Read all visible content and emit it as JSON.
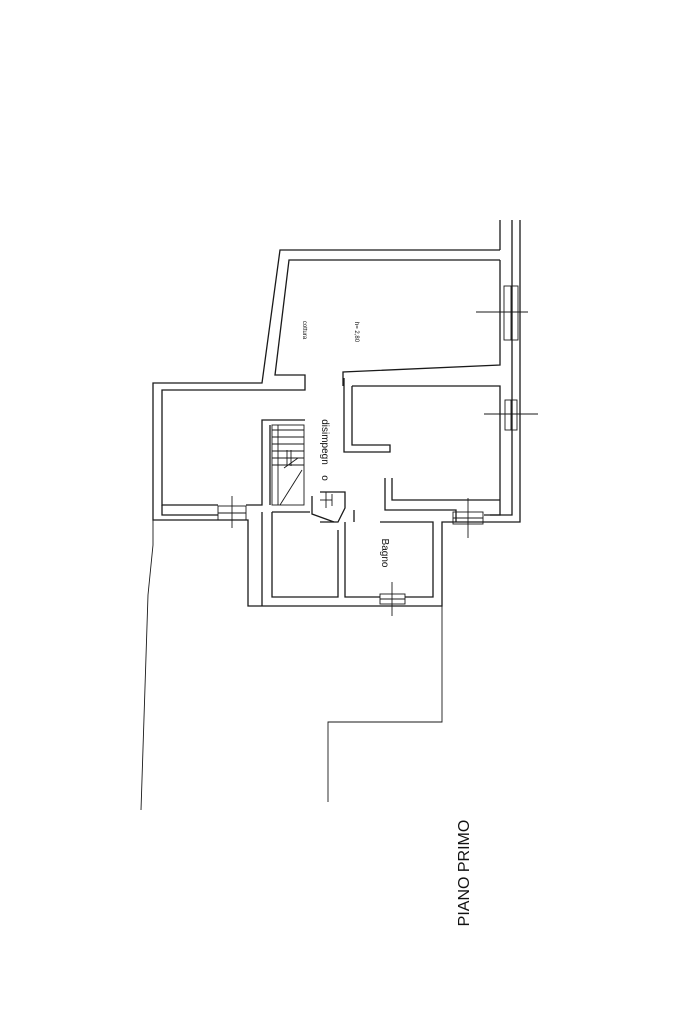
{
  "plan": {
    "title": "PIANO PRIMO",
    "rooms": {
      "cottura": "cottura",
      "height": "h= 2,80",
      "disimpegno": "disimpegn",
      "disimpegno_prefix": "o",
      "bagno": "Bagno"
    }
  }
}
